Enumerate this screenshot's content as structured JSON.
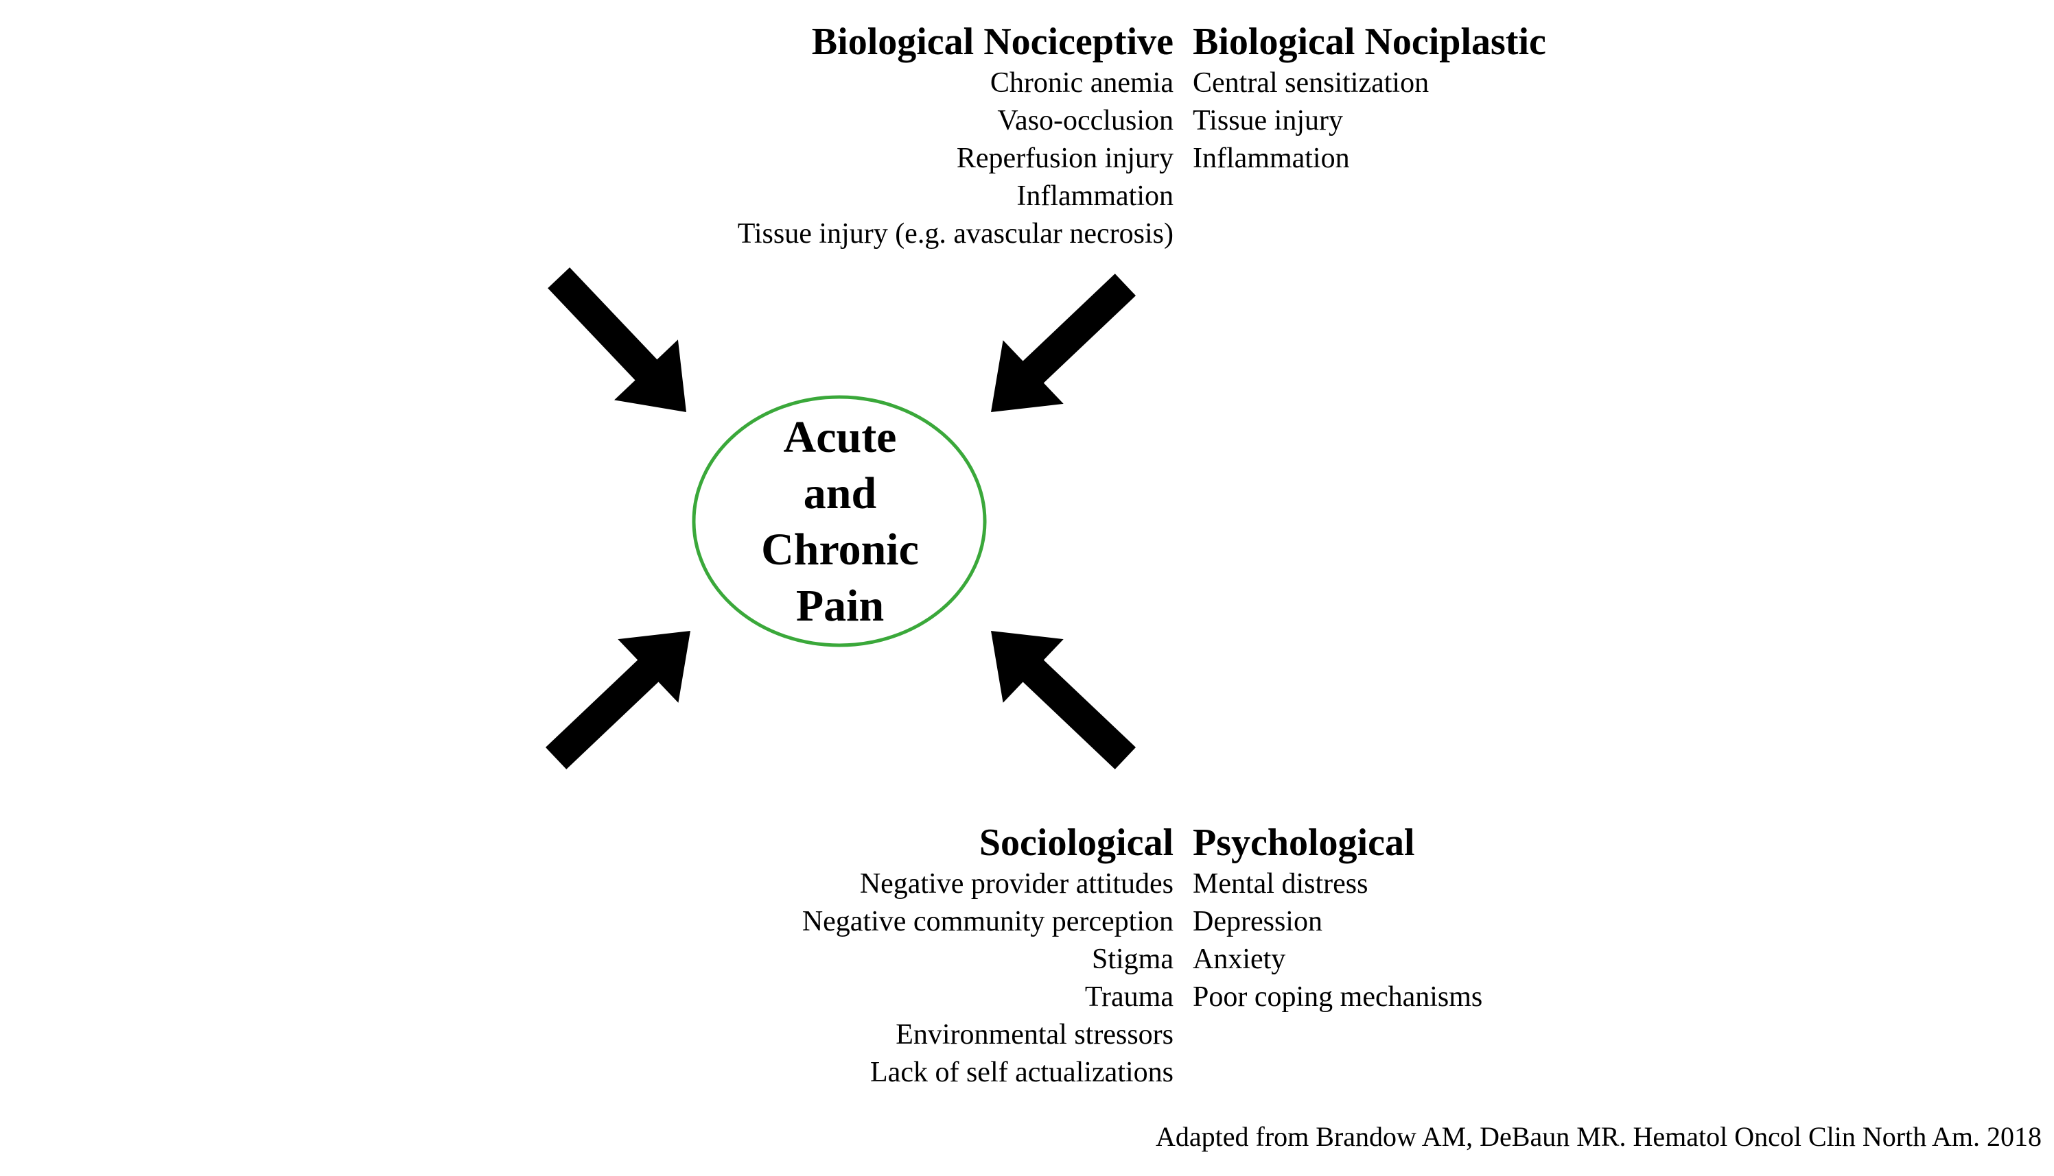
{
  "groups": {
    "nociceptive": {
      "heading": "Biological Nociceptive",
      "items": [
        "Chronic anemia",
        "Vaso-occlusion",
        "Reperfusion injury",
        "Inflammation",
        "Tissue injury (e.g. avascular necrosis)"
      ]
    },
    "nociplastic": {
      "heading": "Biological Nociplastic",
      "items": [
        "Central sensitization",
        "Tissue injury",
        "Inflammation"
      ]
    },
    "sociological": {
      "heading": "Sociological",
      "items": [
        "Negative provider attitudes",
        "Negative community perception",
        "Stigma",
        "Trauma",
        "Environmental stressors",
        "Lack of self actualizations"
      ]
    },
    "psychological": {
      "heading": "Psychological",
      "items": [
        "Mental distress",
        "Depression",
        "Anxiety",
        "Poor coping mechanisms"
      ]
    }
  },
  "center": {
    "lines": [
      "Acute",
      "and",
      "Chronic",
      "Pain"
    ],
    "border_color": "#3aa83a"
  },
  "arrow_color": "#000000",
  "citation": "Adapted from Brandow AM, DeBaun MR. Hematol Oncol Clin North Am. 2018"
}
